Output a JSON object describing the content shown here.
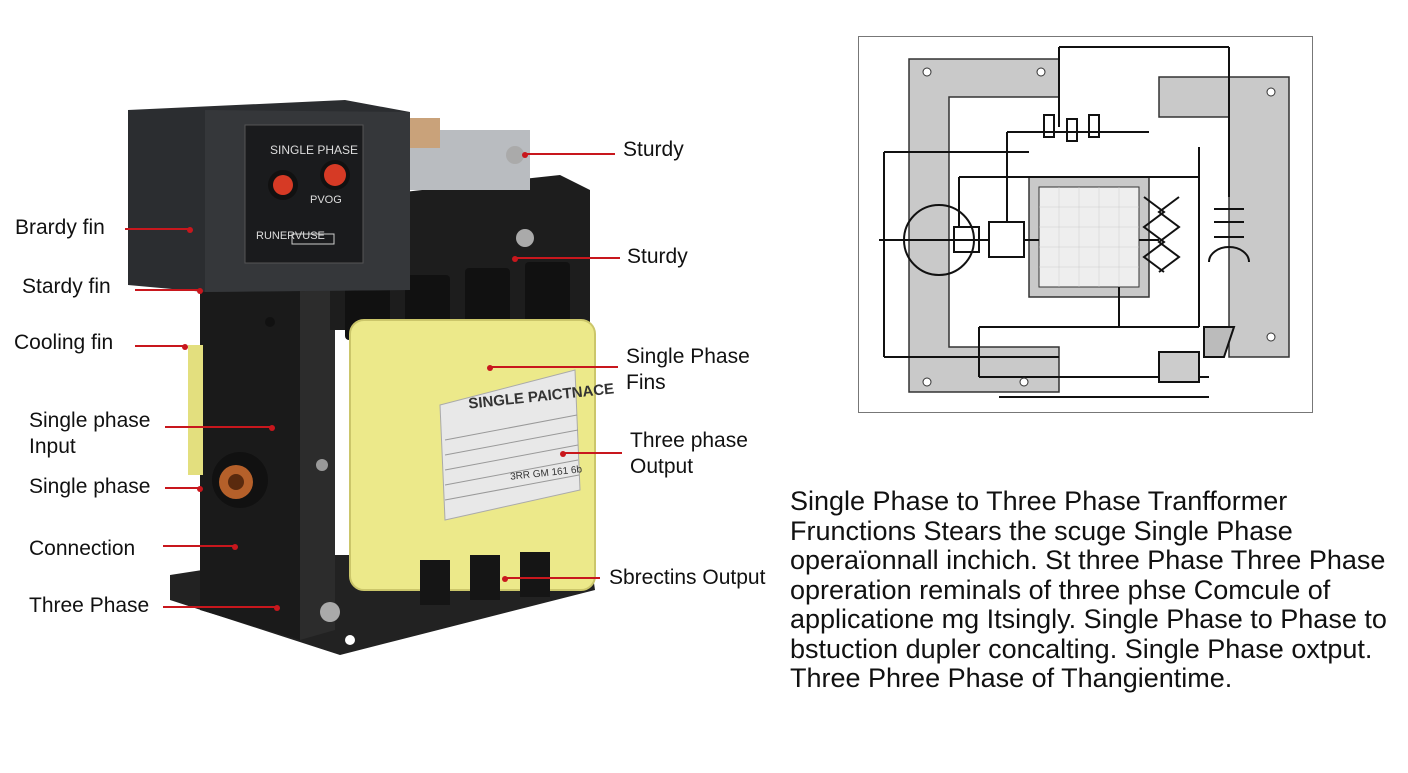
{
  "photo": {
    "panel_title": "SINGLE PHASE",
    "panel_button_label": "PVOG",
    "panel_sub_label": "RUNERVUSE",
    "nameplate_title": "SINGLE PAICTNACE",
    "nameplate_footer": "3RR  GM 161 6b"
  },
  "labels_left": [
    {
      "text": "Brardy fin"
    },
    {
      "text": "Stardy fin"
    },
    {
      "text": "Cooling fin"
    },
    {
      "text": "Single phase\nInput"
    },
    {
      "text": "Single phase"
    },
    {
      "text": "Connection"
    },
    {
      "text": "Three Phase"
    }
  ],
  "labels_right": [
    {
      "text": "Sturdy"
    },
    {
      "text": "Sturdy"
    },
    {
      "text": "Single Phase\nFins"
    },
    {
      "text": "Three phase\nOutput"
    },
    {
      "text": "Sbrectins Output"
    }
  ],
  "description": "Single Phase to Three Phase Tranfformer Frunctions Stears the scuge Single Phase operaïonnall inchich. St three Phase Three Phase opreration reminals of three phse Comcule of applicatione mg Itsingly. Single Phase to Phase to bstuction dupler concalting. Single Phase oxtput. Three Phree Phase of Thangientime.",
  "colors": {
    "leader": "#c8171d",
    "coil": "#ece98a",
    "body": "#1e1f21"
  }
}
